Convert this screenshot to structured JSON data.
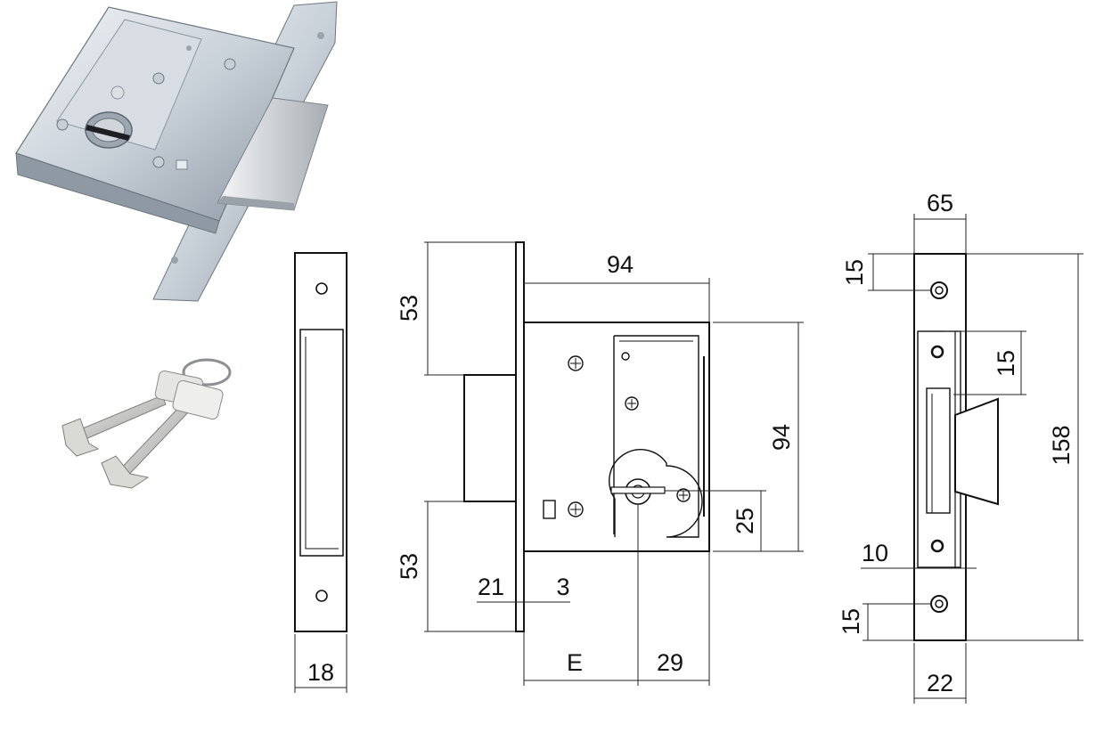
{
  "dimensions": {
    "faceplate_width": "18",
    "backset_top": "53",
    "backset_bottom": "53",
    "case_width": "94",
    "case_height": "94",
    "key_offset": "25",
    "forend_offset": "21",
    "forend_thickness": "3",
    "e_label": "E",
    "key_to_edge": "29",
    "strike_width": "65",
    "strike_hole_top": "15",
    "strike_hole_gap": "15",
    "strike_length": "158",
    "strike_inset": "10",
    "strike_hole_bottom": "15",
    "strike_plate_width": "22"
  },
  "colors": {
    "line": "#111111",
    "metal_light": "#e3e8ee",
    "metal_mid": "#b9c2cc",
    "metal_dark": "#7c8794",
    "background": "#ffffff"
  }
}
